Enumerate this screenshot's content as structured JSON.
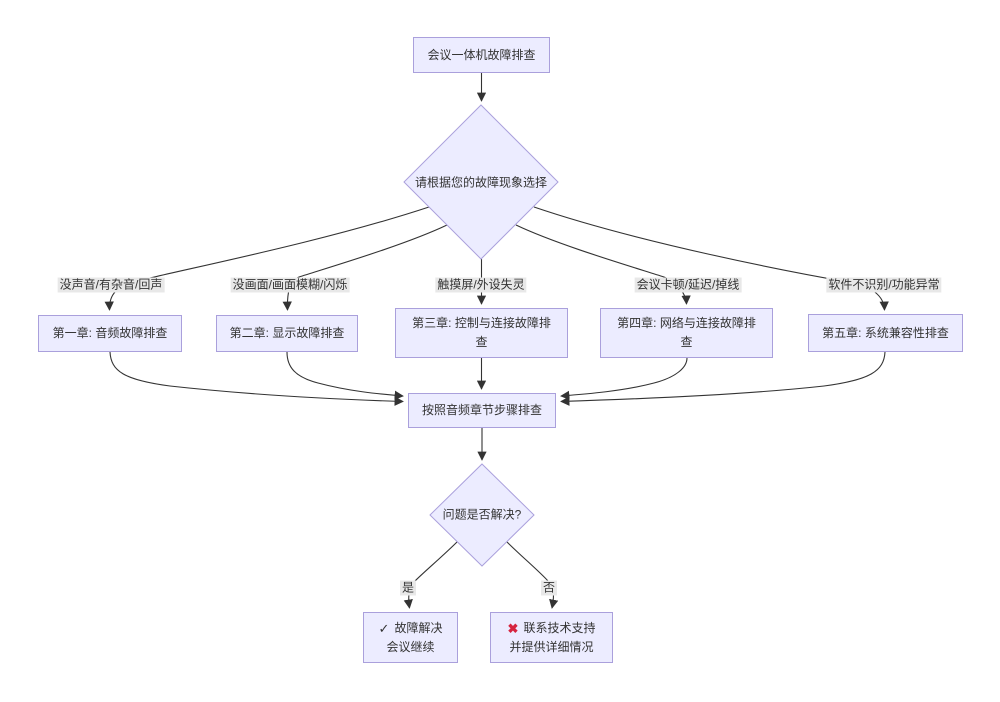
{
  "flowchart": {
    "start_node": "会议一体机故障排查",
    "decision1": "请根据您的故障现象选择",
    "branches": [
      {
        "condition": "没声音/有杂音/回声",
        "chapter": "第一章: 音频故障排查"
      },
      {
        "condition": "没画面/画面模糊/闪烁",
        "chapter": "第二章: 显示故障排查"
      },
      {
        "condition": "触摸屏/外设失灵",
        "chapter": "第三章: 控制与连接故障排查"
      },
      {
        "condition": "会议卡顿/延迟/掉线",
        "chapter": "第四章: 网络与连接故障排查"
      },
      {
        "condition": "软件不识别/功能异常",
        "chapter": "第五章: 系统兼容性排查"
      }
    ],
    "merge_node": "按照音频章节步骤排查",
    "decision2": "问题是否解决?",
    "yes_label": "是",
    "no_label": "否",
    "success_node": {
      "icon": "✓",
      "line1": "故障解决",
      "line2": "会议继续"
    },
    "failure_node": {
      "icon": "✖",
      "line1": "联系技术支持",
      "line2": "并提供详细情况"
    },
    "colors": {
      "node_fill": "#ECECFF",
      "node_border": "#aaa0dc",
      "edge": "#333333",
      "text": "#333333",
      "edge_label_bg": "#e8e8e8",
      "failure_icon": "#d6243f"
    }
  }
}
